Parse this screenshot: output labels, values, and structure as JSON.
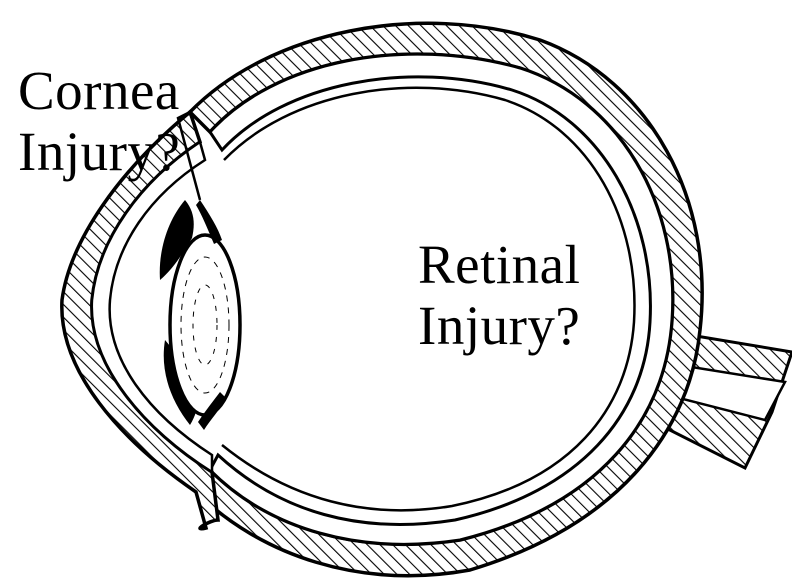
{
  "labels": {
    "cornea": {
      "line1": "Cornea",
      "line2": "Injury?"
    },
    "retina": {
      "line1": "Retinal",
      "line2": "Injury?"
    }
  },
  "colors": {
    "stroke": "#000000",
    "background": "#ffffff"
  }
}
